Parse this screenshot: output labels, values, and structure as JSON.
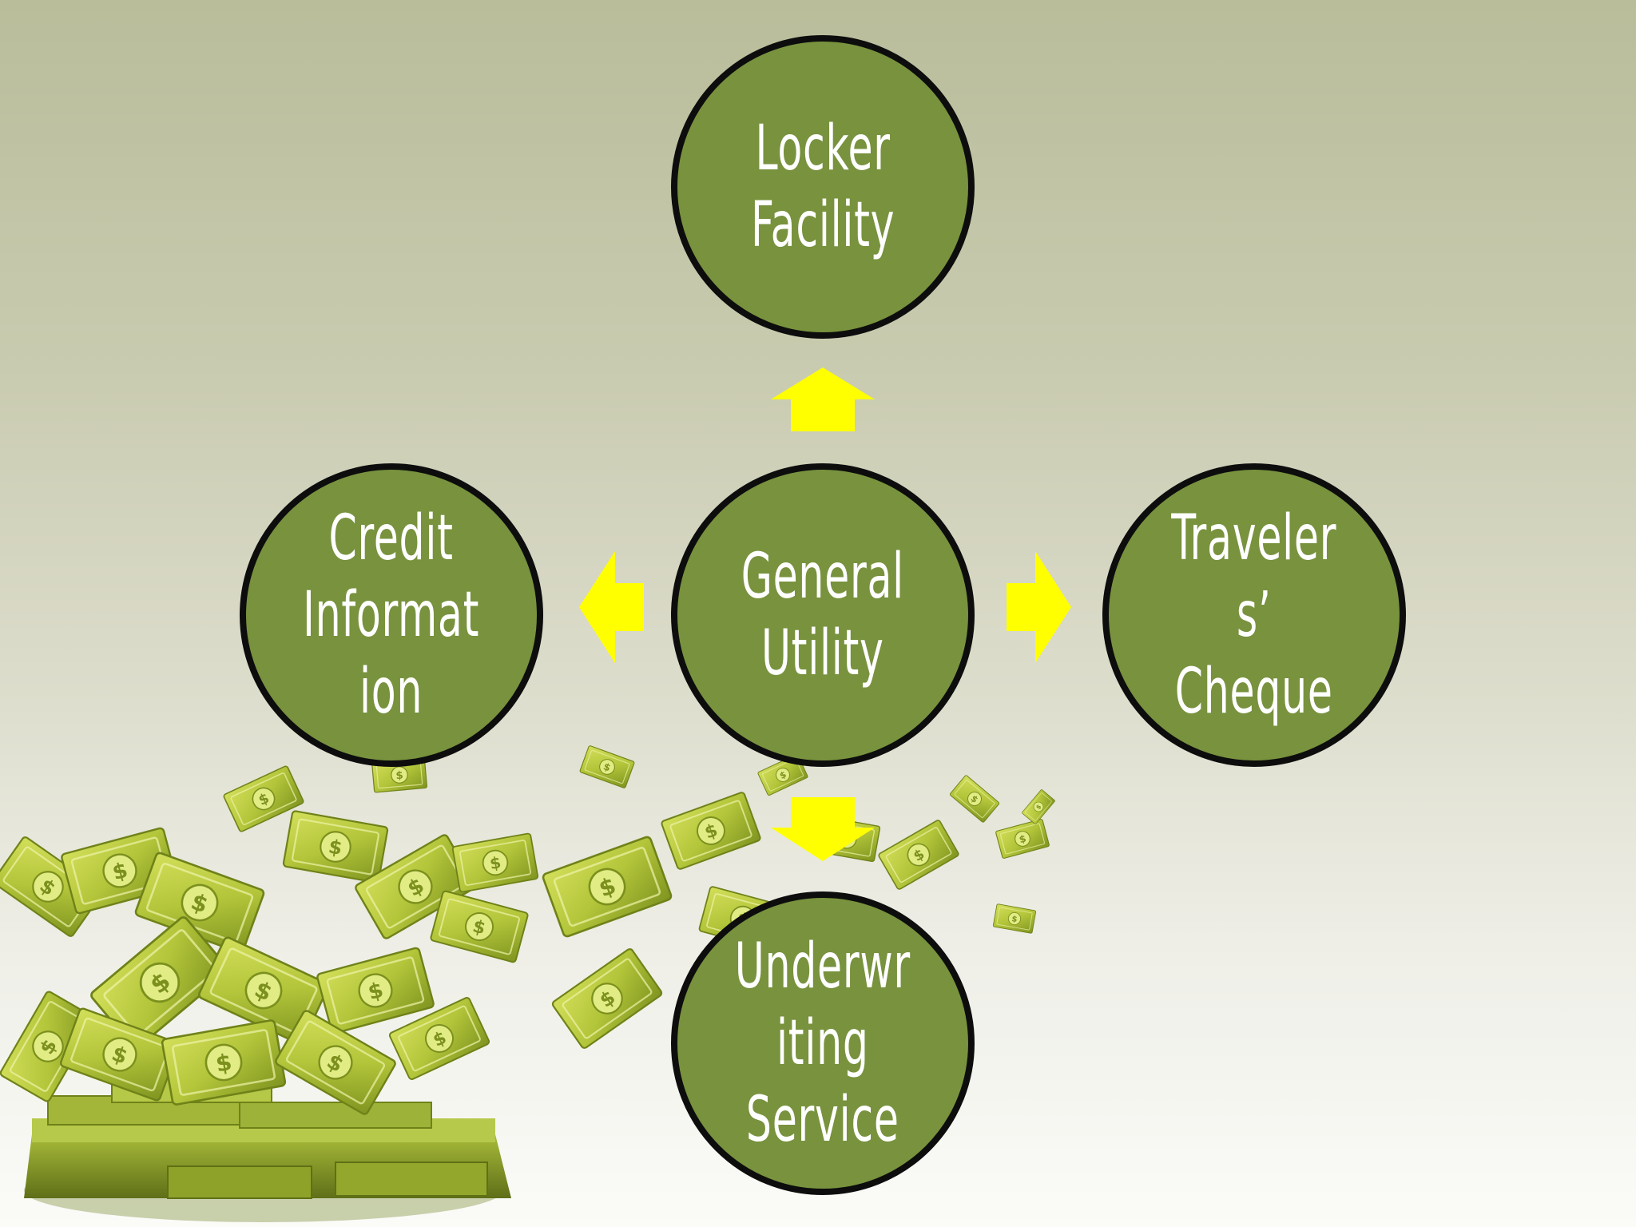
{
  "diagram": {
    "center": {
      "label": "General\nUtility"
    },
    "top": {
      "label": "Locker\nFacility"
    },
    "left": {
      "label": "Credit\nInformat\nion"
    },
    "right": {
      "label": "Traveler\ns’\nCheque"
    },
    "bottom": {
      "label": "Underwr\niting\nService"
    }
  },
  "colors": {
    "node_fill": "#78923e",
    "node_border": "#0d0d0d",
    "arrow": "#ffff00",
    "text": "#ffffff",
    "money": "#b8c93a"
  },
  "decoration": {
    "illustration": "falling-money-pile"
  }
}
